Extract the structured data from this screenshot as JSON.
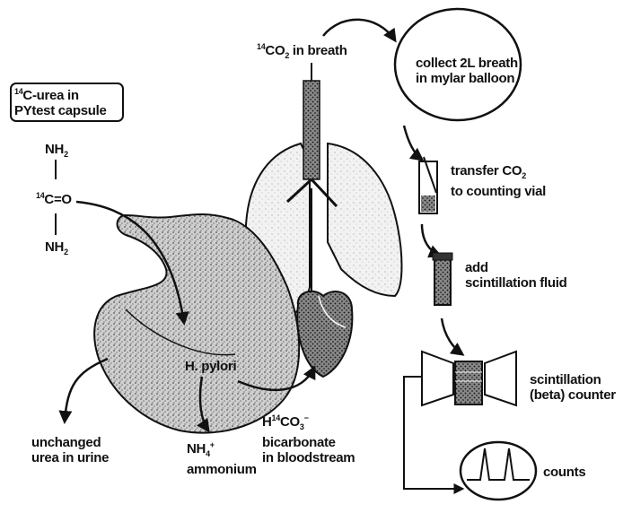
{
  "labels": {
    "capsule_line1_iso": "14",
    "capsule_line1": "C-urea in",
    "capsule_line2": "PYtest capsule",
    "nh2_top_n": "NH",
    "nh2_top_sub": "2",
    "c_iso": "14",
    "c_eq_o": "C=O",
    "nh2_bot_n": "NH",
    "nh2_bot_sub": "2",
    "breath_iso": "14",
    "breath_co": "CO",
    "breath_sub": "2",
    "breath_rest": "in breath",
    "collect_line1": "collect 2L breath",
    "collect_line2": "in mylar balloon",
    "transfer_line1": "transfer CO",
    "transfer_sub": "2",
    "transfer_line2": "to counting vial",
    "add_line1": "add",
    "add_line2": "scintillation fluid",
    "hpylori": "H. pylori",
    "bicarb_h": "H",
    "bicarb_iso": "14",
    "bicarb_co": "CO",
    "bicarb_sub": "3",
    "bicarb_charge": "−",
    "bicarb_line2": "bicarbonate",
    "bicarb_line3": "in bloodstream",
    "urine_line1": "unchanged",
    "urine_line2": "urea in urine",
    "ammonium_nh": "NH",
    "ammonium_sub": "4",
    "ammonium_charge": "+",
    "ammonium_word": "ammonium",
    "counter_line1": "scintillation",
    "counter_line2": "(beta) counter",
    "counts": "counts"
  }
}
